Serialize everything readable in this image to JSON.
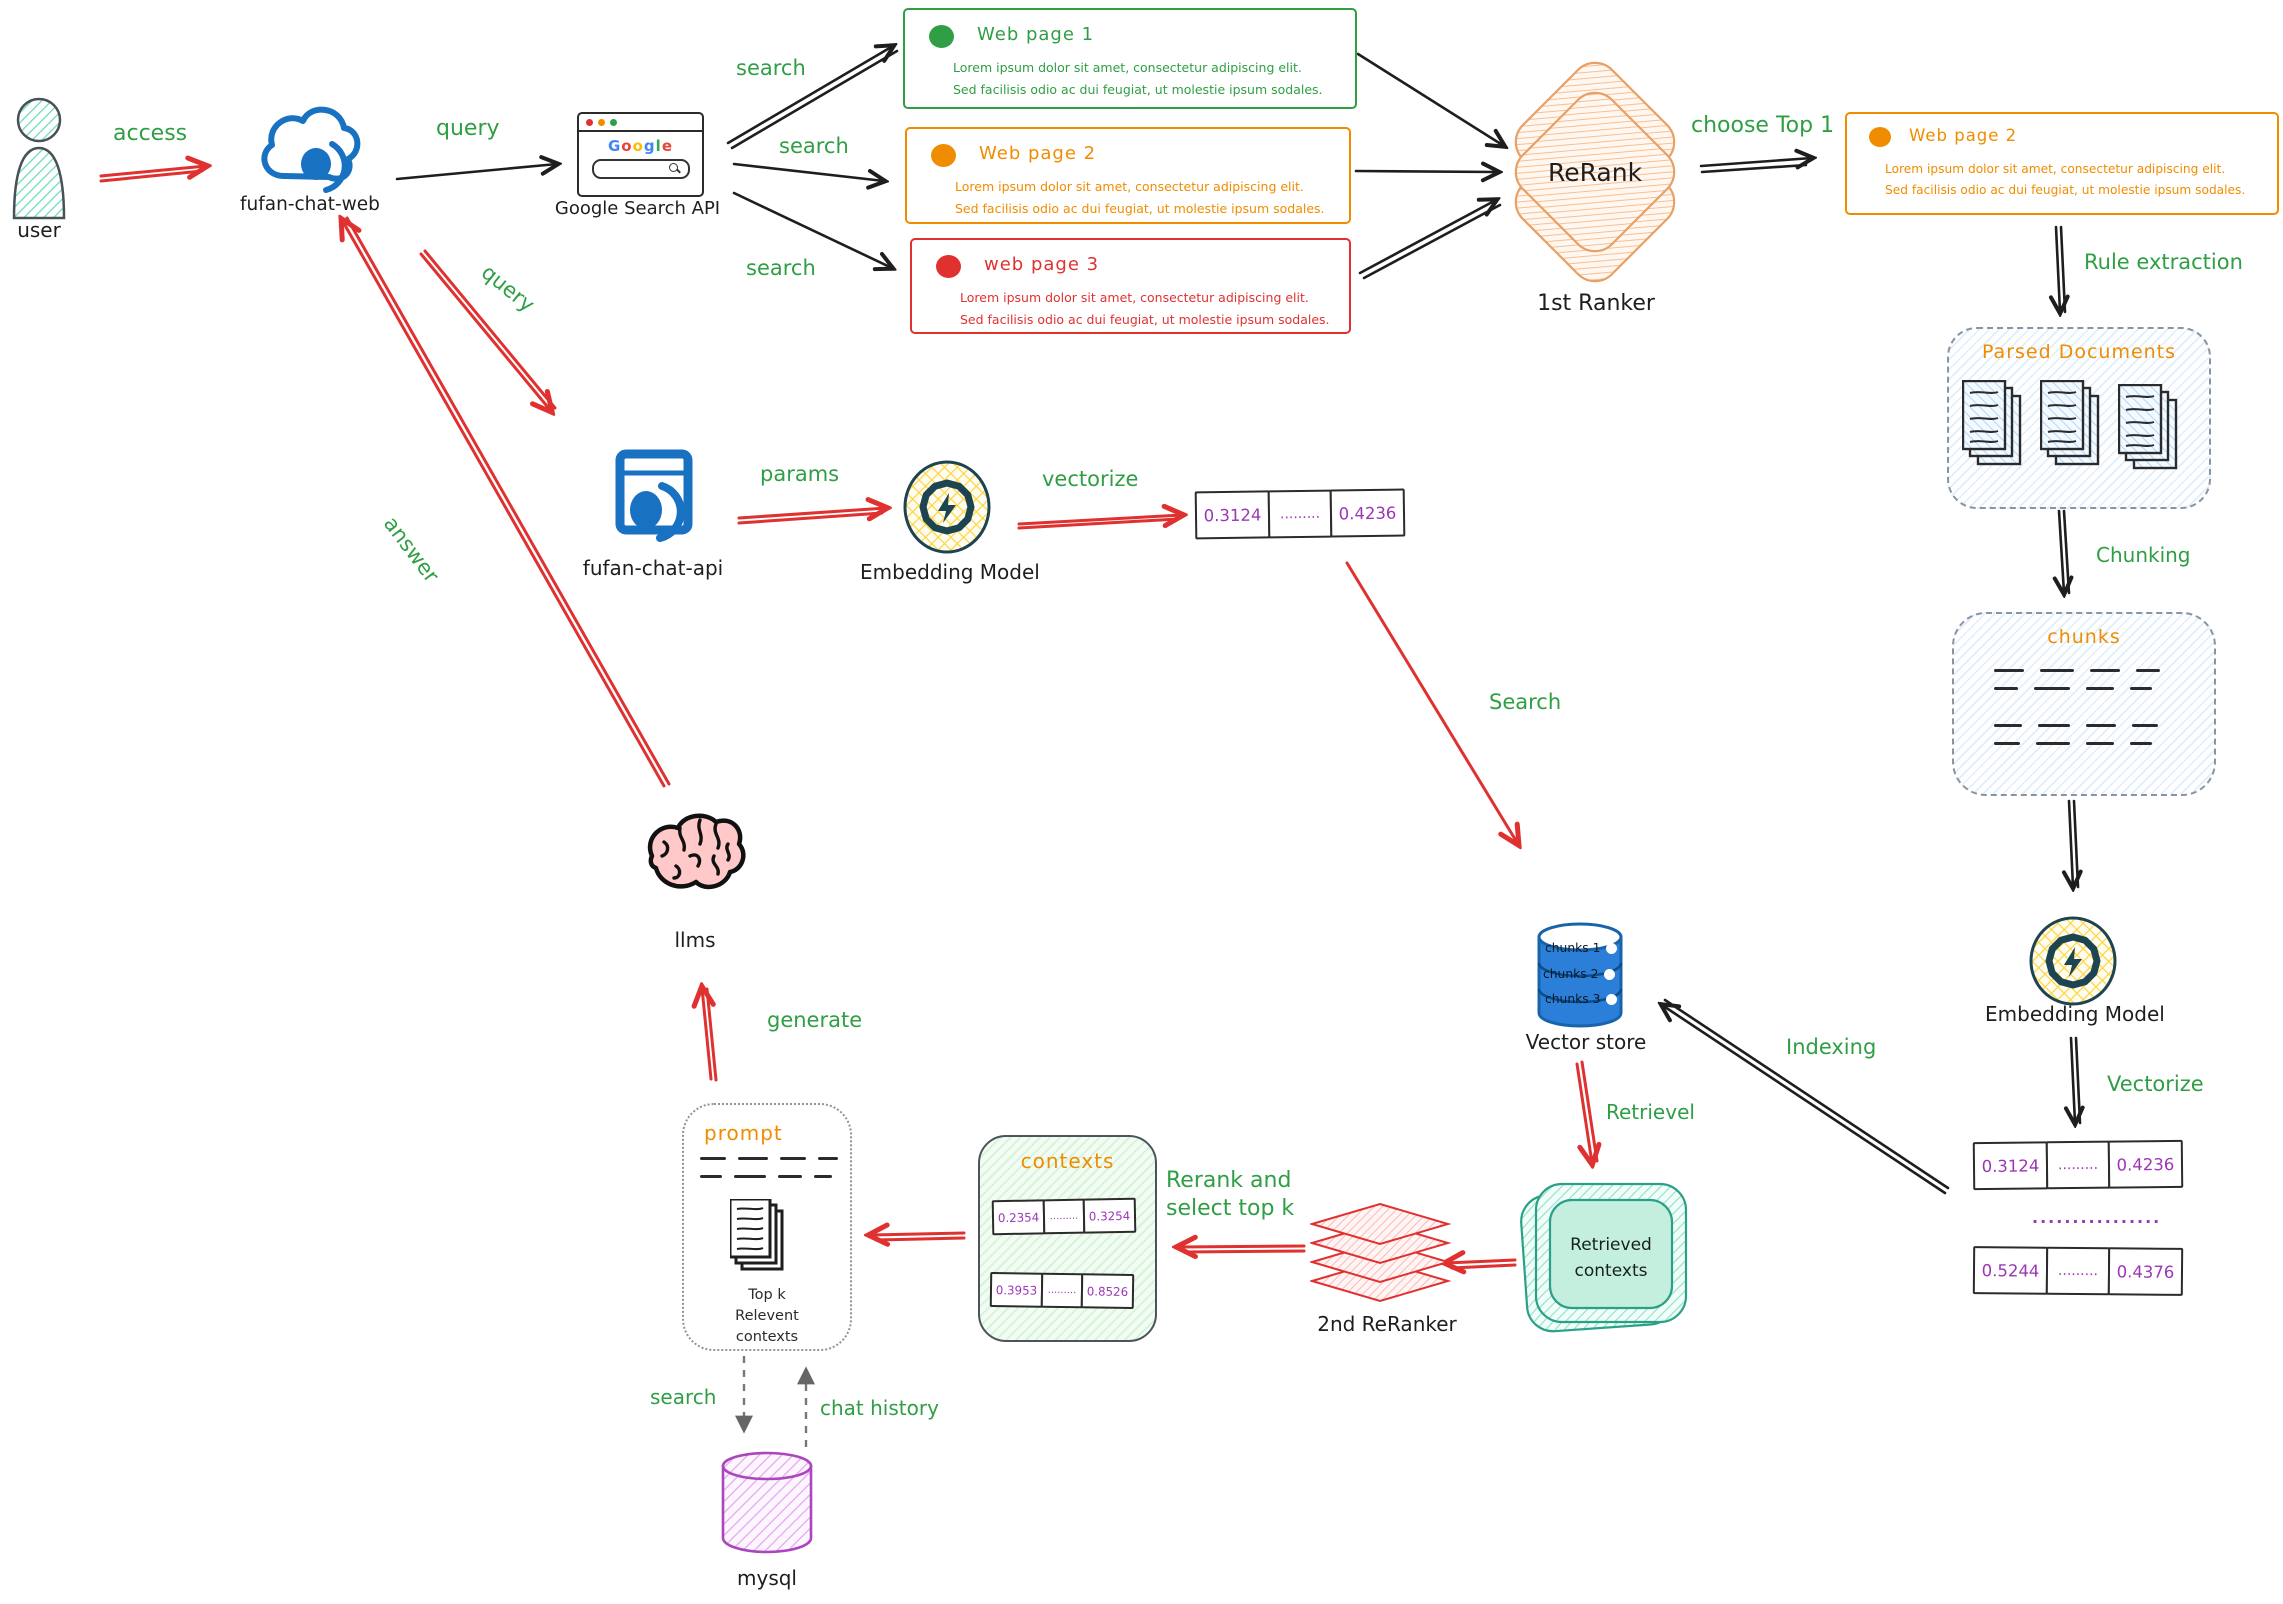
{
  "colors": {
    "green": "#2f9e44",
    "red": "#e03131",
    "orange": "#f08c00",
    "blue": "#1971c2",
    "purple": "#9c36b5",
    "black": "#1e1e1e",
    "teal": "#38d9a9",
    "pink": "#ffc9c9",
    "gray": "#868e96",
    "yellow": "#ffd43b"
  },
  "lorem": {
    "line1": "Lorem ipsum dolor sit amet, consectetur adipiscing elit.",
    "line2": "Sed facilisis odio ac dui feugiat, ut molestie ipsum sodales."
  },
  "nodes": {
    "user": {
      "label": "user",
      "icon": "person-icon"
    },
    "fufan_chat_web": {
      "label": "fufan-chat-web",
      "icon": "cloud-icon"
    },
    "google_api": {
      "label": "Google Search API",
      "logo": [
        "G",
        "o",
        "o",
        "g",
        "l",
        "e"
      ]
    },
    "web_page_1": {
      "title": "Web page 1"
    },
    "web_page_2": {
      "title": "Web page 2"
    },
    "web_page_3": {
      "title": "web page 3"
    },
    "ranker1": {
      "label": "ReRank",
      "caption": "1st Ranker"
    },
    "web_page_2_top1": {
      "title": "Web page 2"
    },
    "parsed_documents": {
      "title": "Parsed Documents"
    },
    "chunks_box": {
      "title": "chunks"
    },
    "embedding_model_right": {
      "label": "Embedding Model"
    },
    "vectors_right": {
      "row1": [
        "0.3124",
        ".........",
        "0.4236"
      ],
      "separator": "................",
      "row2": [
        "0.5244",
        ".........",
        "0.4376"
      ]
    },
    "vector_store": {
      "label": "Vector store",
      "layers": [
        "chunks 1",
        "chunks 2",
        "chunks 3"
      ]
    },
    "fufan_chat_api": {
      "label": "fufan-chat-api",
      "icon": "app-window-icon"
    },
    "embedding_model_mid": {
      "label": "Embedding Model"
    },
    "vector_mid": {
      "cells": [
        "0.3124",
        ".........",
        "0.4236"
      ]
    },
    "retrieved_contexts": {
      "line1": "Retrieved",
      "line2": "contexts"
    },
    "ranker2": {
      "caption": "2nd ReRanker"
    },
    "contexts_box": {
      "title": "contexts",
      "row1": [
        "0.2354",
        ".........",
        "0.3254"
      ],
      "row2": [
        "0.3953",
        ".........",
        "0.8526"
      ]
    },
    "prompt_box": {
      "title": "prompt",
      "caption": [
        "Top k",
        "Relevent",
        "contexts"
      ]
    },
    "llms": {
      "label": "llms",
      "icon": "brain-icon"
    },
    "mysql": {
      "label": "mysql",
      "icon": "database-icon"
    }
  },
  "edges": {
    "access": "access",
    "query_web": "query",
    "search_a": "search",
    "search_b": "search",
    "search_c": "search",
    "choose_top1": "choose Top 1",
    "rule_extraction": "Rule extraction",
    "chunking": "Chunking",
    "vectorize_right": "Vectorize",
    "indexing": "Indexing",
    "query_api": "query",
    "params": "params",
    "vectorize_mid": "vectorize",
    "search_mid": "Search",
    "retrievel": "Retrievel",
    "rerank_select_1": "Rerank and",
    "rerank_select_2": "select top k",
    "generate": "generate",
    "answer": "answer",
    "search_db": "search",
    "chat_history": "chat history"
  }
}
